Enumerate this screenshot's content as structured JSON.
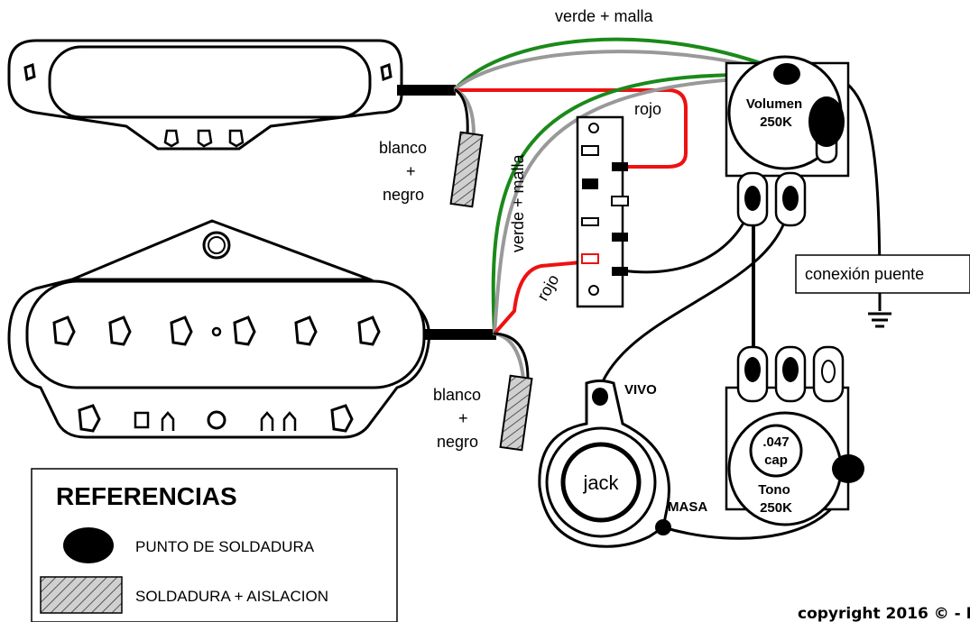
{
  "labels": {
    "verde_malla_top": "verde + malla",
    "verde_malla_vertical": "verde + malla",
    "rojo_top": "rojo",
    "rojo_bottom": "rojo",
    "blanco_negro_1": [
      "blanco",
      "+",
      "negro"
    ],
    "blanco_negro_2": [
      "blanco",
      "+",
      "negro"
    ],
    "volumen": [
      "Volumen",
      "250K"
    ],
    "tono": [
      "Tono",
      "250K"
    ],
    "cap": [
      ".047",
      "cap"
    ],
    "conexion_puente": "conexión puente",
    "jack": "jack",
    "vivo": "VIVO",
    "masa": "MASA"
  },
  "references": {
    "title": "REFERENCIAS",
    "solder_point": "PUNTO DE SOLDADURA",
    "solder_insulation": "SOLDADURA + AISLACION"
  },
  "copyright": "copyright 2016 © - I",
  "colors": {
    "wire_green": "#1a8a1a",
    "wire_gray": "#999999",
    "wire_red": "#ee1111",
    "wire_black": "#000000"
  }
}
